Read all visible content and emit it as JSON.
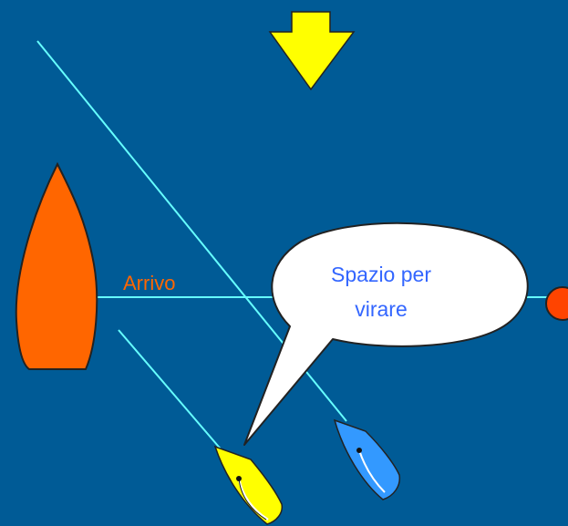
{
  "finish_label": "Arrivo",
  "callout": {
    "line1": "Spazio per",
    "line2": "virare"
  },
  "colors": {
    "water": "#005b96",
    "line": "#66ffff",
    "committee_boat": "#ff6600",
    "wind_arrow": "#ffff00",
    "yellow_boat": "#ffff00",
    "blue_boat": "#3399ff",
    "callout_fill": "#ffffff",
    "callout_text": "#3366ff",
    "finish_mark": "#ff4400"
  },
  "icons": [
    "wind-arrow-icon",
    "committee-boat-icon",
    "finish-mark-icon",
    "yellow-boat-icon",
    "blue-boat-icon"
  ]
}
